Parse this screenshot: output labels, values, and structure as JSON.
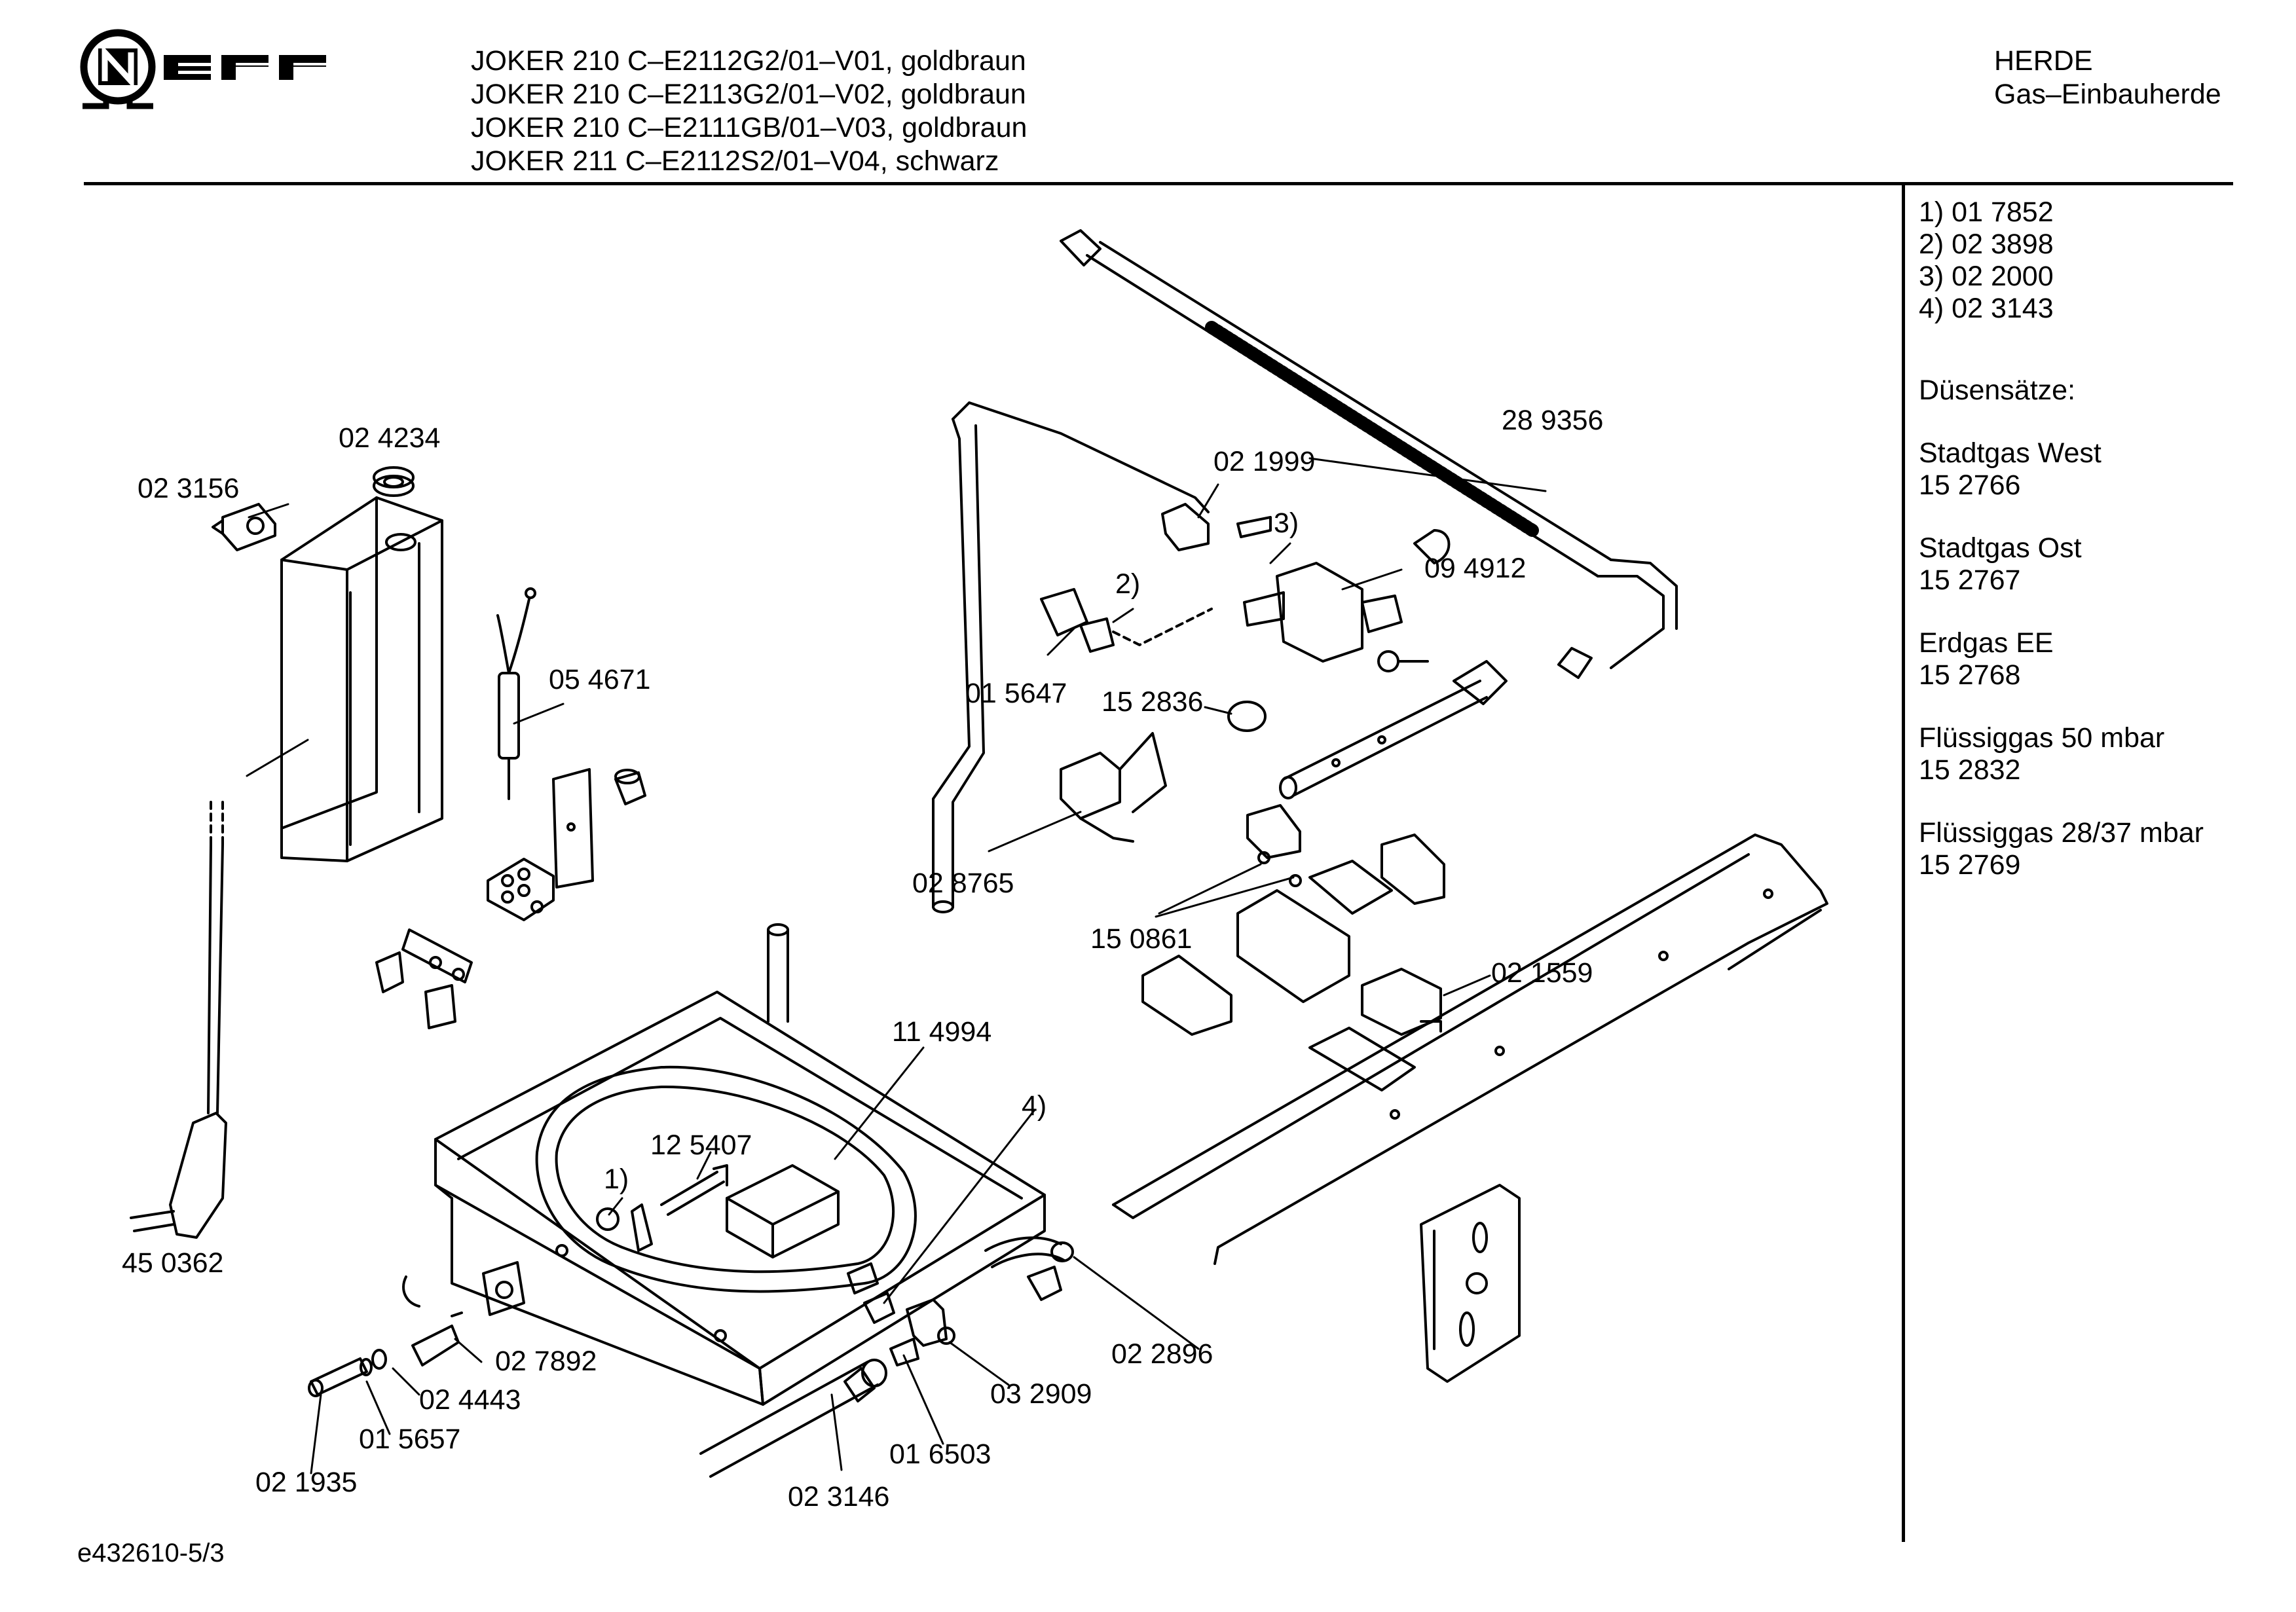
{
  "header": {
    "brand": "NEFF",
    "models": [
      "JOKER 210 C–E2112G2/01–V01, goldbraun",
      "JOKER 210 C–E2113G2/01–V02, goldbraun",
      "JOKER 210 C–E2111GB/01–V03, goldbraun",
      "JOKER 211 C–E2112S2/01–V04, schwarz"
    ],
    "category": "HERDE",
    "subcategory": "Gas–Einbauherde"
  },
  "sidebar": {
    "notes": [
      "1) 01 7852",
      "2) 02 3898",
      "3) 02 2000",
      "4) 02 3143"
    ],
    "nozzle_heading": "Düsensätze:",
    "nozzle_sets": [
      {
        "name": "Stadtgas West",
        "number": "15 2766"
      },
      {
        "name": "Stadtgas Ost",
        "number": "15 2767"
      },
      {
        "name": "Erdgas EE",
        "number": "15 2768"
      },
      {
        "name": "Flüssiggas 50 mbar",
        "number": "15 2832"
      },
      {
        "name": "Flüssiggas 28/37 mbar",
        "number": "15 2769"
      }
    ]
  },
  "parts": {
    "p_02_4234": "02 4234",
    "p_02_3156": "02 3156",
    "p_05_4671": "05 4671",
    "p_45_0362": "45 0362",
    "p_28_9356": "28 9356",
    "p_02_1999": "02 1999",
    "n3": "3)",
    "p_09_4912": "09 4912",
    "n2": "2)",
    "p_01_5647": "01 5647",
    "p_15_2836": "15 2836",
    "p_02_8765": "02 8765",
    "p_15_0861": "15 0861",
    "p_02_1559": "02 1559",
    "p_11_4994": "11 4994",
    "n4": "4)",
    "p_12_5407": "12 5407",
    "n1": "1)",
    "p_02_7892": "02 7892",
    "p_02_4443": "02 4443",
    "p_01_5657": "01 5657",
    "p_02_1935": "02 1935",
    "p_02_3146": "02 3146",
    "p_01_6503": "01 6503",
    "p_03_2909": "03 2909",
    "p_02_2896": "02 2896"
  },
  "footer": {
    "doc_id": "e432610-5/3"
  }
}
